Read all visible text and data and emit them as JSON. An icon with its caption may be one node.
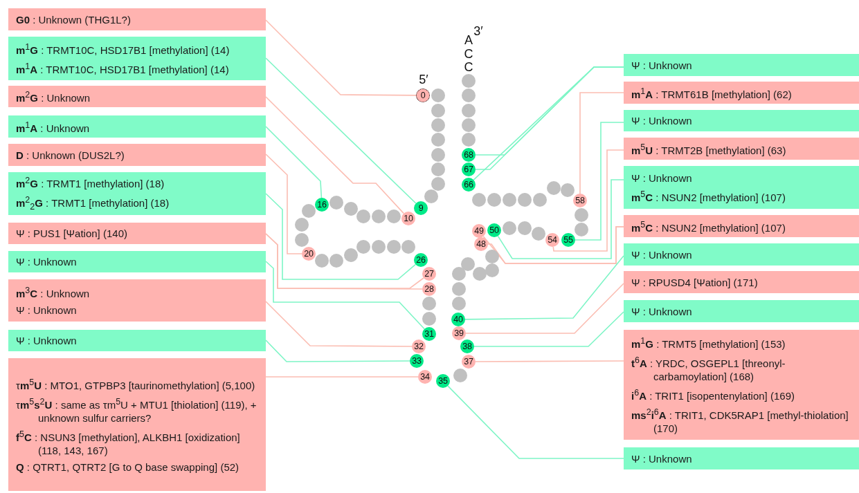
{
  "diagram": {
    "nodes": [
      {
        "text": [
          "**G0** : Unknown (THG1L?)"
        ]
      },
      {
        "text": [
          "**m**$^{1}$**G** : TRMT10C, HSD17B1 [methylation] (14)",
          "**m**$^{1}$**A** : TRMT10C, HSD17B1 [methylation] (14)"
        ]
      },
      {
        "text": [
          "**m**$^{2}$**G** : Unknown"
        ]
      },
      {
        "text": [
          "**m**$^{1}$**A** : Unknown"
        ]
      },
      {
        "text": [
          "**D** : Unknown (DUS2L?)"
        ]
      },
      {
        "text": [
          "**m**$^{2}$**G** : TRMT1 [methylation] (18)",
          "**m**$^{2}$$_{2}$**G** : TRMT1 [methylation] (18)"
        ]
      },
      {
        "text": [
          "Ψ : PUS1 [Ψation] (140)"
        ]
      },
      {
        "text": [
          "Ψ : Unknown"
        ]
      },
      {
        "text": [
          "**m**$^{3}$**C** : Unknown",
          "Ψ : Unknown"
        ]
      },
      {
        "text": [
          "Ψ : Unknown"
        ]
      },
      {
        "text": [
          "τ**m**$^{5}$**U** : MTO1, GTPBP3  [taurinomethylation] (5,100)",
          "τ**m**$^{5}$**s**$^{2}$**U** : same as τm$^{5}$U + MTU1 [thiolation] (119), + unknown sulfur carriers?",
          "**f**$^{5}$**C** : NSUN3 [methylation], ALKBH1 [oxidization] (118, 143, 167)",
          "**Q** : QTRT1, QTRT2 [G to Q base swapping] (52)"
        ]
      },
      {
        "text": [
          "Ψ : Unknown"
        ]
      },
      {
        "text": [
          "**m**$^{1}$**A** : TRMT61B [methylation] (62)"
        ]
      },
      {
        "text": [
          "Ψ : Unknown"
        ]
      },
      {
        "text": [
          "**m**$^{5}$**U** : TRMT2B [methylation] (63)"
        ]
      },
      {
        "text": [
          "Ψ : Unknown",
          "**m**$^{5}$**C** : NSUN2 [methylation] (107)"
        ]
      },
      {
        "text": [
          "**m**$^{5}$**C** : NSUN2 [methylation] (107)"
        ]
      },
      {
        "text": [
          "Ψ : Unknown"
        ]
      },
      {
        "text": [
          "Ψ : RPUSD4 [Ψation] (171)"
        ]
      },
      {
        "text": [
          "Ψ : Unknown"
        ]
      },
      {
        "text": [
          "**m**$^{1}$**G** : TRMT5 [methylation] (153)",
          "**t**$^{6}$**A** : YRDC, OSGEPL1 [threonyl-carbamoylation] (168)",
          "**i**$^{6}$**A** : TRIT1 [isopentenylation] (169)",
          "**ms**$^{2}$**i**$^{6}$**A** : TRIT1, CDK5RAP1 [methyl-thiolation] (170)"
        ]
      },
      {
        "text": [
          "Ψ : Unknown"
        ]
      },
      {
        "text": [
          "0"
        ]
      },
      {
        "text": [],
        "shape": "circle"
      },
      {
        "text": [],
        "shape": "circle"
      },
      {
        "text": [],
        "shape": "circle"
      },
      {
        "text": [],
        "shape": "circle"
      },
      {
        "text": [],
        "shape": "circle"
      },
      {
        "text": [],
        "shape": "circle"
      },
      {
        "text": [],
        "shape": "circle"
      },
      {
        "text": [],
        "shape": "circle"
      },
      {
        "text": [
          "9"
        ]
      },
      {
        "text": [
          "10"
        ]
      },
      {
        "text": [],
        "shape": "circle"
      },
      {
        "text": [],
        "shape": "circle"
      },
      {
        "text": [],
        "shape": "circle"
      },
      {
        "text": [],
        "shape": "circle"
      },
      {
        "text": [],
        "shape": "circle"
      },
      {
        "text": [
          "16"
        ]
      },
      {
        "text": [],
        "shape": "circle"
      },
      {
        "text": [],
        "shape": "circle"
      },
      {
        "text": [],
        "shape": "circle"
      },
      {
        "text": [
          "20"
        ]
      },
      {
        "text": [],
        "shape": "circle"
      },
      {
        "text": [],
        "shape": "circle"
      },
      {
        "text": [],
        "shape": "circle"
      },
      {
        "text": [],
        "shape": "circle"
      },
      {
        "text": [],
        "shape": "circle"
      },
      {
        "text": [],
        "shape": "circle"
      },
      {
        "text": [],
        "shape": "circle"
      },
      {
        "text": [
          "26"
        ]
      },
      {
        "text": [
          "27"
        ]
      },
      {
        "text": [
          "28"
        ]
      },
      {
        "text": [],
        "shape": "circle"
      },
      {
        "text": [],
        "shape": "circle"
      },
      {
        "text": [
          "31"
        ]
      },
      {
        "text": [
          "32"
        ]
      },
      {
        "text": [
          "33"
        ]
      },
      {
        "text": [
          "34"
        ]
      },
      {
        "text": [
          "35"
        ]
      },
      {
        "text": [],
        "shape": "circle"
      },
      {
        "text": [
          "37"
        ]
      },
      {
        "text": [
          "38"
        ]
      },
      {
        "text": [
          "39"
        ]
      },
      {
        "text": [
          "40"
        ]
      },
      {
        "text": [],
        "shape": "circle"
      },
      {
        "text": [],
        "shape": "circle"
      },
      {
        "text": [],
        "shape": "circle"
      },
      {
        "text": [],
        "shape": "circle"
      },
      {
        "text": [],
        "shape": "circle"
      },
      {
        "text": [],
        "shape": "circle"
      },
      {
        "text": [],
        "shape": "circle"
      },
      {
        "text": [
          "48"
        ]
      },
      {
        "text": [
          "49"
        ]
      },
      {
        "text": [
          "50"
        ]
      },
      {
        "text": [],
        "shape": "circle"
      },
      {
        "text": [],
        "shape": "circle"
      },
      {
        "text": [],
        "shape": "circle"
      },
      {
        "text": [
          "54"
        ]
      },
      {
        "text": [
          "55"
        ]
      },
      {
        "text": [],
        "shape": "circle"
      },
      {
        "text": [],
        "shape": "circle"
      },
      {
        "text": [
          "58"
        ]
      },
      {
        "text": [],
        "shape": "circle"
      },
      {
        "text": [],
        "shape": "circle"
      },
      {
        "text": [],
        "shape": "circle"
      },
      {
        "text": [],
        "shape": "circle"
      },
      {
        "text": [],
        "shape": "circle"
      },
      {
        "text": [],
        "shape": "circle"
      },
      {
        "text": [],
        "shape": "circle"
      },
      {
        "text": [
          "66"
        ]
      },
      {
        "text": [
          "67"
        ]
      },
      {
        "text": [
          "68"
        ]
      },
      {
        "text": [],
        "shape": "circle"
      },
      {
        "text": [],
        "shape": "circle"
      },
      {
        "text": [],
        "shape": "circle"
      },
      {
        "text": [],
        "shape": "circle"
      },
      {
        "text": [],
        "shape": "circle"
      }
    ],
    "edges": [
      {
        "from": 0,
        "to": 22,
        "arrow": "none"
      },
      {
        "from": 1,
        "to": 31,
        "arrow": "none",
        "color": "#7ef5c6"
      },
      {
        "from": 2,
        "to": 32,
        "arrow": "none"
      },
      {
        "from": 3,
        "to": 38,
        "arrow": "none",
        "color": "#7ef5c6"
      },
      {
        "from": 4,
        "to": 42,
        "arrow": "none"
      },
      {
        "from": 5,
        "to": 50,
        "arrow": "none",
        "color": "#7ef5c6"
      },
      {
        "from": 6,
        "to": 52,
        "arrow": "none"
      },
      {
        "from": 6,
        "to": 51,
        "arrow": "none"
      },
      {
        "from": 7,
        "to": 55,
        "arrow": "none",
        "color": "#7ef5c6"
      },
      {
        "from": 8,
        "to": 56,
        "arrow": "none"
      },
      {
        "from": 9,
        "to": 57,
        "arrow": "none",
        "color": "#7ef5c6"
      },
      {
        "from": 10,
        "to": 58,
        "arrow": "none"
      },
      {
        "from": 11,
        "to": 90,
        "arrow": "none",
        "color": "#7ef5c6"
      },
      {
        "from": 11,
        "to": 91,
        "arrow": "none",
        "color": "#7ef5c6"
      },
      {
        "from": 11,
        "to": 92,
        "arrow": "none",
        "color": "#7ef5c6"
      },
      {
        "from": 12,
        "to": 82,
        "arrow": "none"
      },
      {
        "from": 13,
        "to": 79,
        "arrow": "none",
        "color": "#7ef5c6"
      },
      {
        "from": 14,
        "to": 78,
        "arrow": "none"
      },
      {
        "from": 15,
        "to": 74,
        "arrow": "none",
        "color": "#7ef5c6"
      },
      {
        "from": 16,
        "to": 73,
        "arrow": "none"
      },
      {
        "from": 16,
        "to": 72,
        "arrow": "none"
      },
      {
        "from": 17,
        "to": 64,
        "arrow": "none",
        "color": "#7ef5c6"
      },
      {
        "from": 18,
        "to": 63,
        "arrow": "none"
      },
      {
        "from": 19,
        "to": 62,
        "arrow": "none",
        "color": "#7ef5c6"
      },
      {
        "from": 20,
        "to": 61,
        "arrow": "none"
      },
      {
        "from": 21,
        "to": 59,
        "arrow": "none",
        "color": "#7ef5c6"
      }
    ],
    "labels": [
      "5′",
      "3′",
      "A",
      "C",
      "C"
    ]
  }
}
